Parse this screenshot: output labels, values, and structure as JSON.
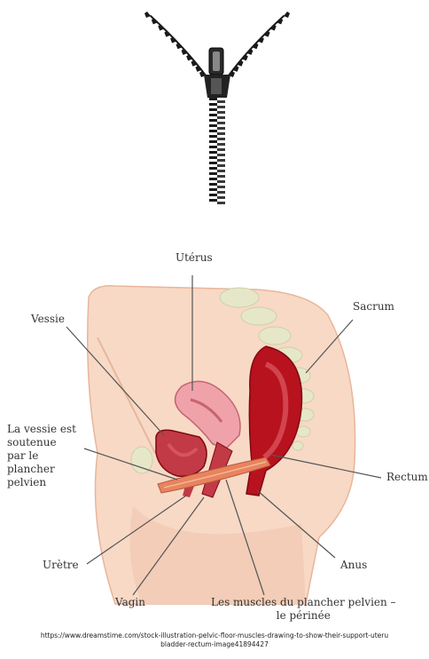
{
  "diagram": {
    "labels": {
      "uterus": "Utérus",
      "vessie": "Vessie",
      "sacrum": "Sacrum",
      "vessie_soutenue": "La vessie est\nsoutenue\npar le\nplancher\npelvien",
      "rectum": "Rectum",
      "uretre": "Urètre",
      "anus": "Anus",
      "vagin": "Vagin",
      "muscles": "Les muscles du plancher pelvien –\nle périnée"
    },
    "colors": {
      "skin": "#f7d9c6",
      "skin_dark": "#e9b59a",
      "uterus": "#f0a2ab",
      "bladder": "#c13a45",
      "rectum": "#b7121d",
      "muscle": "#e8835e",
      "sacrum": "#e6e7c9"
    }
  },
  "zipper": {
    "icon": "zipper-icon",
    "color": "#1a1a1a"
  },
  "credit": {
    "line1": "https://www.dreamstime.com/stock-illustration-pelvic-floor-muscles-drawing-to-show-their-support-uteru",
    "line2": "bladder-rectum-image41894427"
  }
}
